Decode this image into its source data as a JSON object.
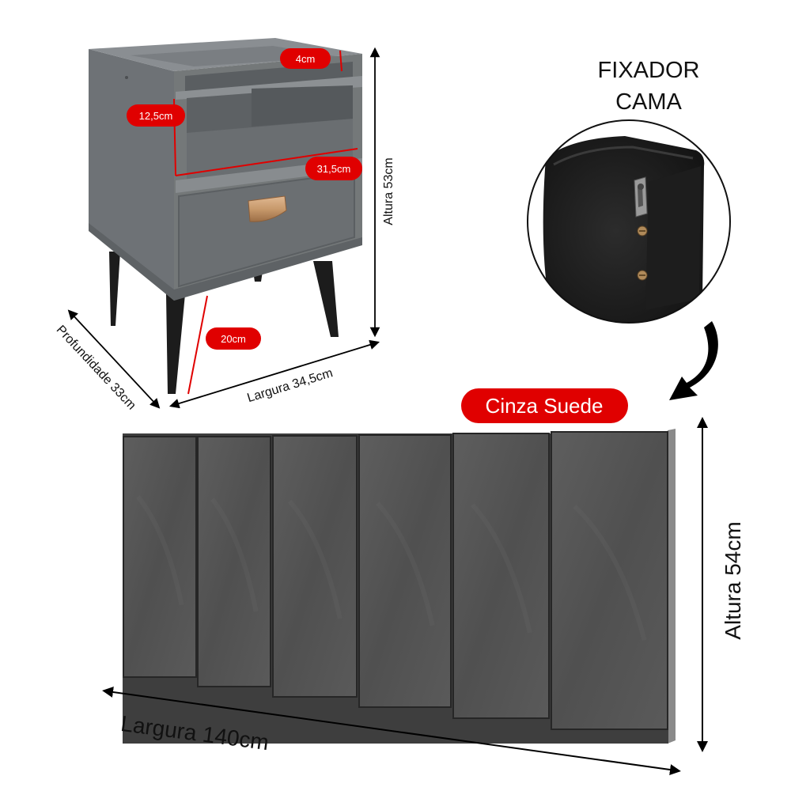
{
  "nightstand": {
    "labels": {
      "top_lip": "4cm",
      "niche_height": "12,5cm",
      "inner_width": "31,5cm",
      "leg_height": "20cm",
      "height": "Altura 53cm",
      "width": "Largura 34,5cm",
      "depth": "Profundidade 33cm"
    },
    "colors": {
      "body": "#6e7276",
      "handle": "#c89a6c",
      "badge": "#e00000"
    }
  },
  "fixador": {
    "title_line1": "FIXADOR",
    "title_line2": "CAMA"
  },
  "headboard": {
    "color_badge": "Cinza Suede",
    "width_label": "Largura 140cm",
    "height_label": "Altura 54cm",
    "panels": 6,
    "colors": {
      "panel": "#555555",
      "badge": "#e00000"
    }
  }
}
